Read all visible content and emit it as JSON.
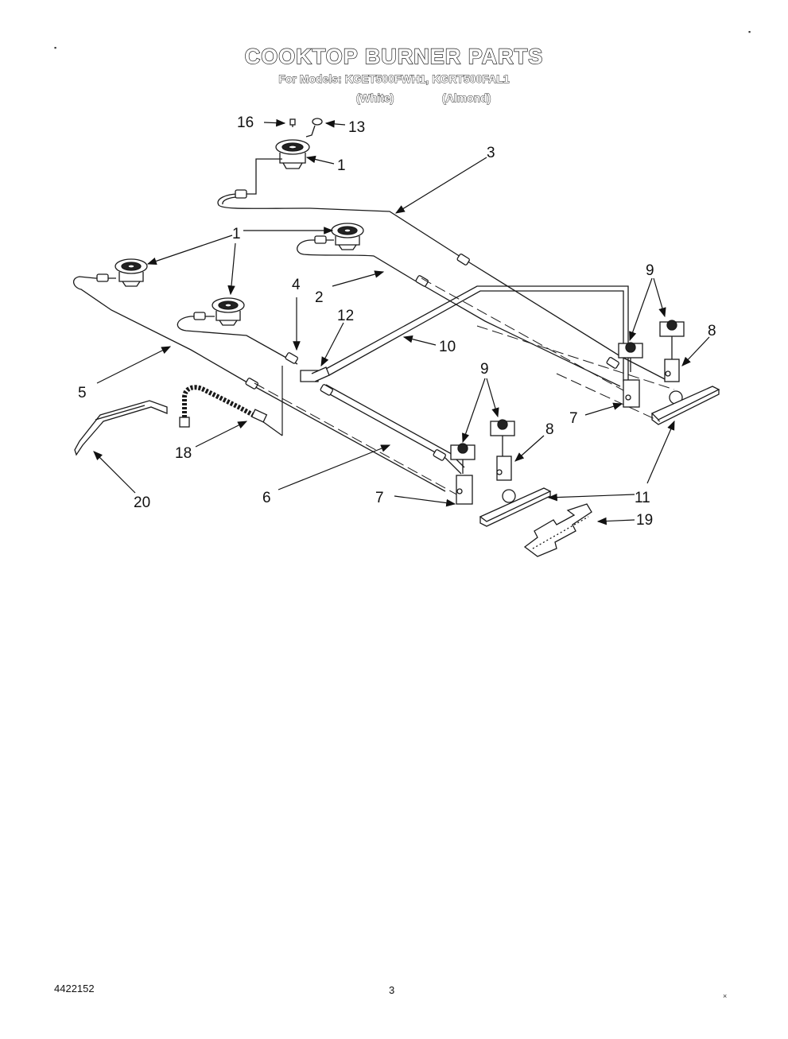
{
  "header": {
    "title": "COOKTOP BURNER PARTS",
    "models": "For Models: KGET500FWH1, KGRT500FAL1",
    "variant_white": "(White)",
    "variant_almond": "(Almond)"
  },
  "callouts": {
    "c16": "16",
    "c13": "13",
    "c1_top": "1",
    "c3": "3",
    "c1_mid": "1",
    "c2": "2",
    "c4": "4",
    "c12": "12",
    "c10": "10",
    "c9_right": "9",
    "c8_right": "8",
    "c5": "5",
    "c7_right": "7",
    "c9_left": "9",
    "c8_left": "8",
    "c18": "18",
    "c6": "6",
    "c7_left": "7",
    "c11": "11",
    "c19": "19",
    "c20": "20"
  },
  "footer": {
    "doc_number": "4422152",
    "page_number": "3"
  },
  "colors": {
    "ink": "#1a1a1a",
    "paper": "#ffffff"
  }
}
